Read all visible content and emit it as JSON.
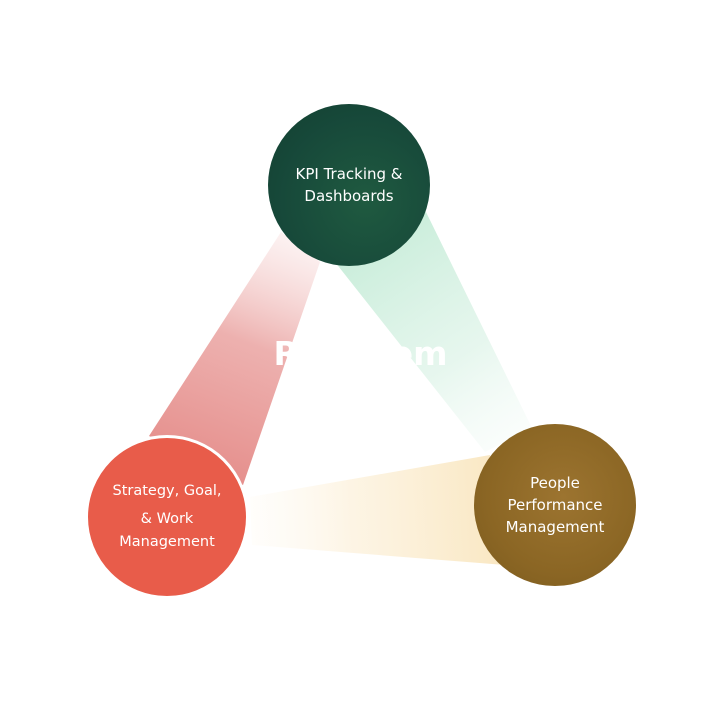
{
  "diagram": {
    "center_title": "Rhy        stem",
    "nodes": {
      "kpi": {
        "lines": [
          "KPI Tracking &",
          "Dashboards"
        ],
        "color": "#17493a"
      },
      "strategy": {
        "lines": [
          "Strategy, Goal,",
          "& Work",
          "Management"
        ],
        "color": "#e85c4a"
      },
      "people": {
        "lines": [
          "People",
          "Performance",
          "Management"
        ],
        "color": "#8b6624"
      }
    },
    "connectors": [
      {
        "from": "strategy",
        "to": "kpi",
        "color": "#e99a98"
      },
      {
        "from": "kpi",
        "to": "people",
        "color": "#cfeedd"
      },
      {
        "from": "people",
        "to": "strategy",
        "color": "#fbeed2"
      }
    ]
  }
}
